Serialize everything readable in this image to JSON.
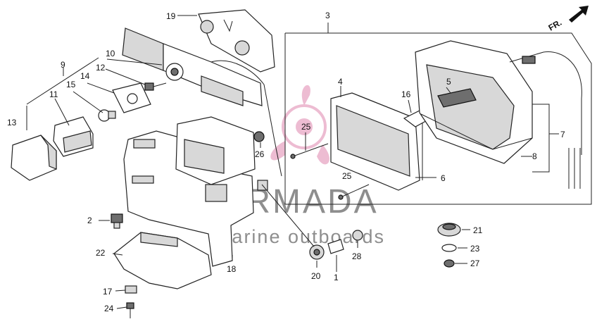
{
  "labels": {
    "l1": "1",
    "l2": "2",
    "l3": "3",
    "l4": "4",
    "l5": "5",
    "l6": "6",
    "l7": "7",
    "l8": "8",
    "l9": "9",
    "l10": "10",
    "l11": "11",
    "l12": "12",
    "l13": "13",
    "l14": "14",
    "l15": "15",
    "l16": "16",
    "l17": "17",
    "l18": "18",
    "l19": "19",
    "l20": "20",
    "l21": "21",
    "l22": "22",
    "l23": "23",
    "l24": "24",
    "l25a": "25",
    "l25b": "25",
    "l26": "26",
    "l27": "27",
    "l28": "28",
    "fr": "FR."
  },
  "watermark": {
    "brand": "ARMADA",
    "tagline": "marine outboards",
    "logo_color": "#e8a6c4"
  }
}
